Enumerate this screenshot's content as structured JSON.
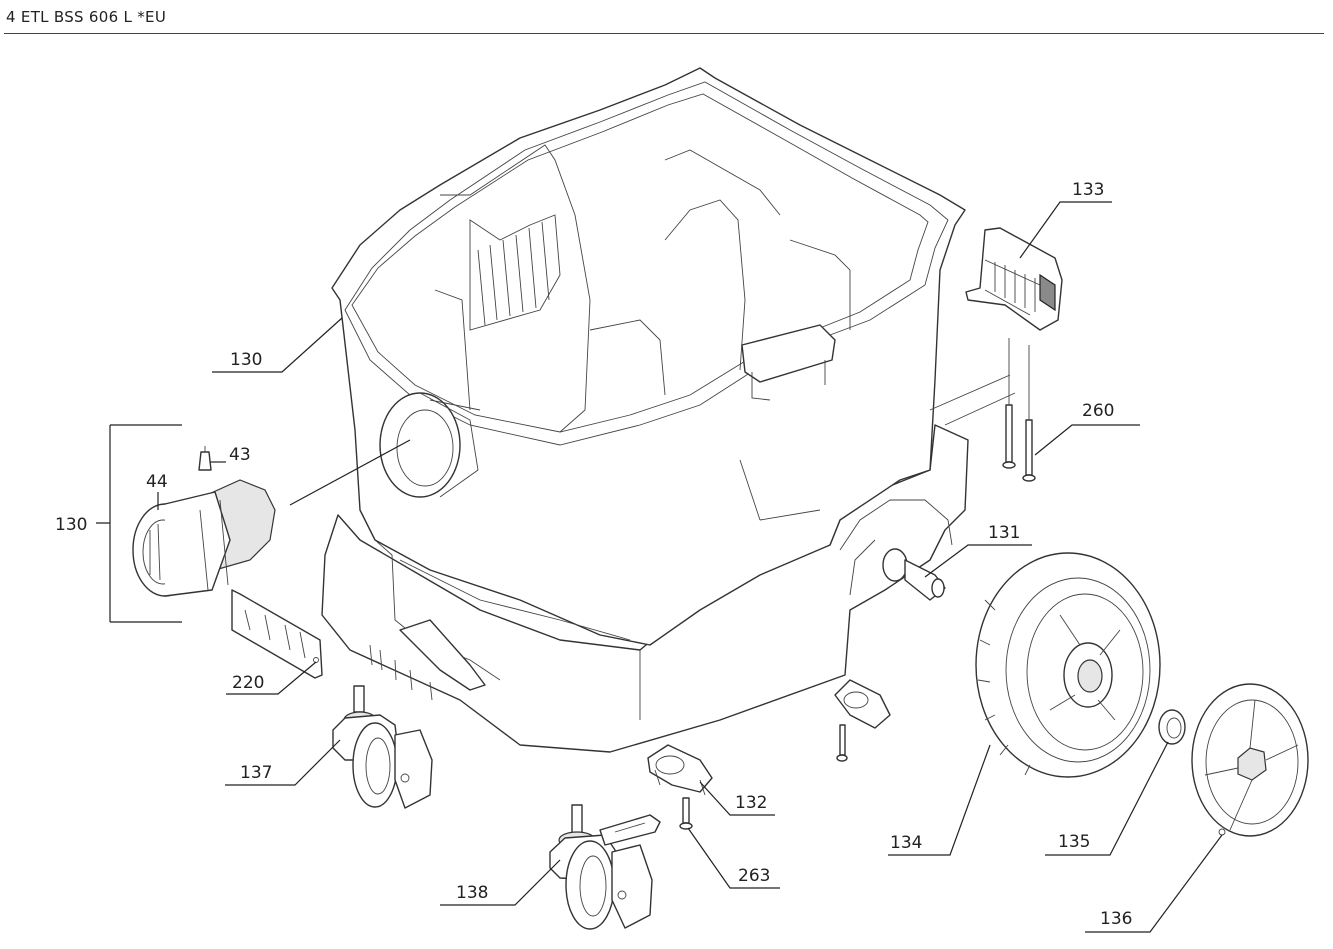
{
  "header": {
    "title": "4 ETL BSS 606 L *EU"
  },
  "callouts": [
    {
      "id": "c130a",
      "text": "130"
    },
    {
      "id": "c130b",
      "text": "130"
    },
    {
      "id": "c43",
      "text": "43"
    },
    {
      "id": "c44",
      "text": "44"
    },
    {
      "id": "c133",
      "text": "133"
    },
    {
      "id": "c260",
      "text": "260"
    },
    {
      "id": "c131",
      "text": "131"
    },
    {
      "id": "c220",
      "text": "220"
    },
    {
      "id": "c137",
      "text": "137"
    },
    {
      "id": "c132",
      "text": "132"
    },
    {
      "id": "c263",
      "text": "263"
    },
    {
      "id": "c138",
      "text": "138"
    },
    {
      "id": "c134",
      "text": "134"
    },
    {
      "id": "c135",
      "text": "135"
    },
    {
      "id": "c136",
      "text": "136"
    }
  ]
}
